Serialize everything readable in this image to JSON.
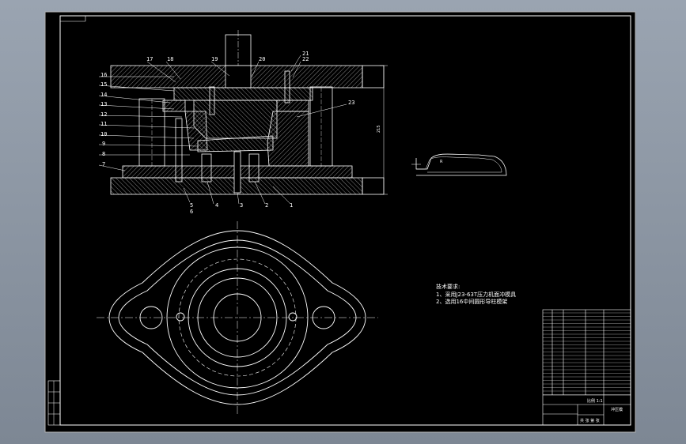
{
  "drawing": {
    "part_labels": [
      {
        "id": "17",
        "text": "17"
      },
      {
        "id": "18",
        "text": "18"
      },
      {
        "id": "19",
        "text": "19"
      },
      {
        "id": "20",
        "text": "20"
      },
      {
        "id": "21",
        "text": "21"
      },
      {
        "id": "22",
        "text": "22"
      },
      {
        "id": "16",
        "text": "16"
      },
      {
        "id": "15",
        "text": "15"
      },
      {
        "id": "14",
        "text": "14"
      },
      {
        "id": "13",
        "text": "13"
      },
      {
        "id": "12",
        "text": "12"
      },
      {
        "id": "11",
        "text": "11"
      },
      {
        "id": "10",
        "text": "10"
      },
      {
        "id": "9",
        "text": "9"
      },
      {
        "id": "8",
        "text": "8"
      },
      {
        "id": "7",
        "text": "7"
      },
      {
        "id": "23",
        "text": "23"
      },
      {
        "id": "5",
        "text": "5"
      },
      {
        "id": "6",
        "text": "6"
      },
      {
        "id": "4",
        "text": "4"
      },
      {
        "id": "3",
        "text": "3"
      },
      {
        "id": "2",
        "text": "2"
      },
      {
        "id": "1",
        "text": "1"
      }
    ],
    "height_dim": "215",
    "tech_requirements": {
      "title": "技术要求:",
      "items": [
        "1、采用J23-63T压力机面冲模具",
        "2、选用16中间圆形导柱模架"
      ]
    },
    "title_block": {
      "name": "冲压模",
      "scale": "比例 1:1",
      "sheet": "共 张 第 张"
    }
  }
}
